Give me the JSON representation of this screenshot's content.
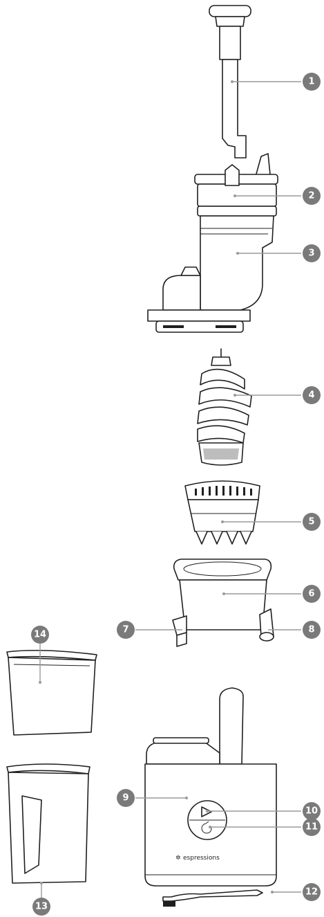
{
  "parts": [
    {
      "number": "1"
    },
    {
      "number": "2"
    },
    {
      "number": "3"
    },
    {
      "number": "4"
    },
    {
      "number": "5"
    },
    {
      "number": "6"
    },
    {
      "number": "7"
    },
    {
      "number": "8"
    },
    {
      "number": "9"
    },
    {
      "number": "10"
    },
    {
      "number": "11"
    },
    {
      "number": "12"
    },
    {
      "number": "13"
    },
    {
      "number": "14"
    }
  ],
  "brand": {
    "logo_text": "espressions"
  },
  "colors": {
    "badge": "#7a7a7a",
    "leader": "#9a9a9a",
    "outline": "#1f1f1f",
    "shade": "#bdbdbd"
  },
  "icons": {
    "start": "play-icon",
    "reverse": "reverse-icon"
  }
}
